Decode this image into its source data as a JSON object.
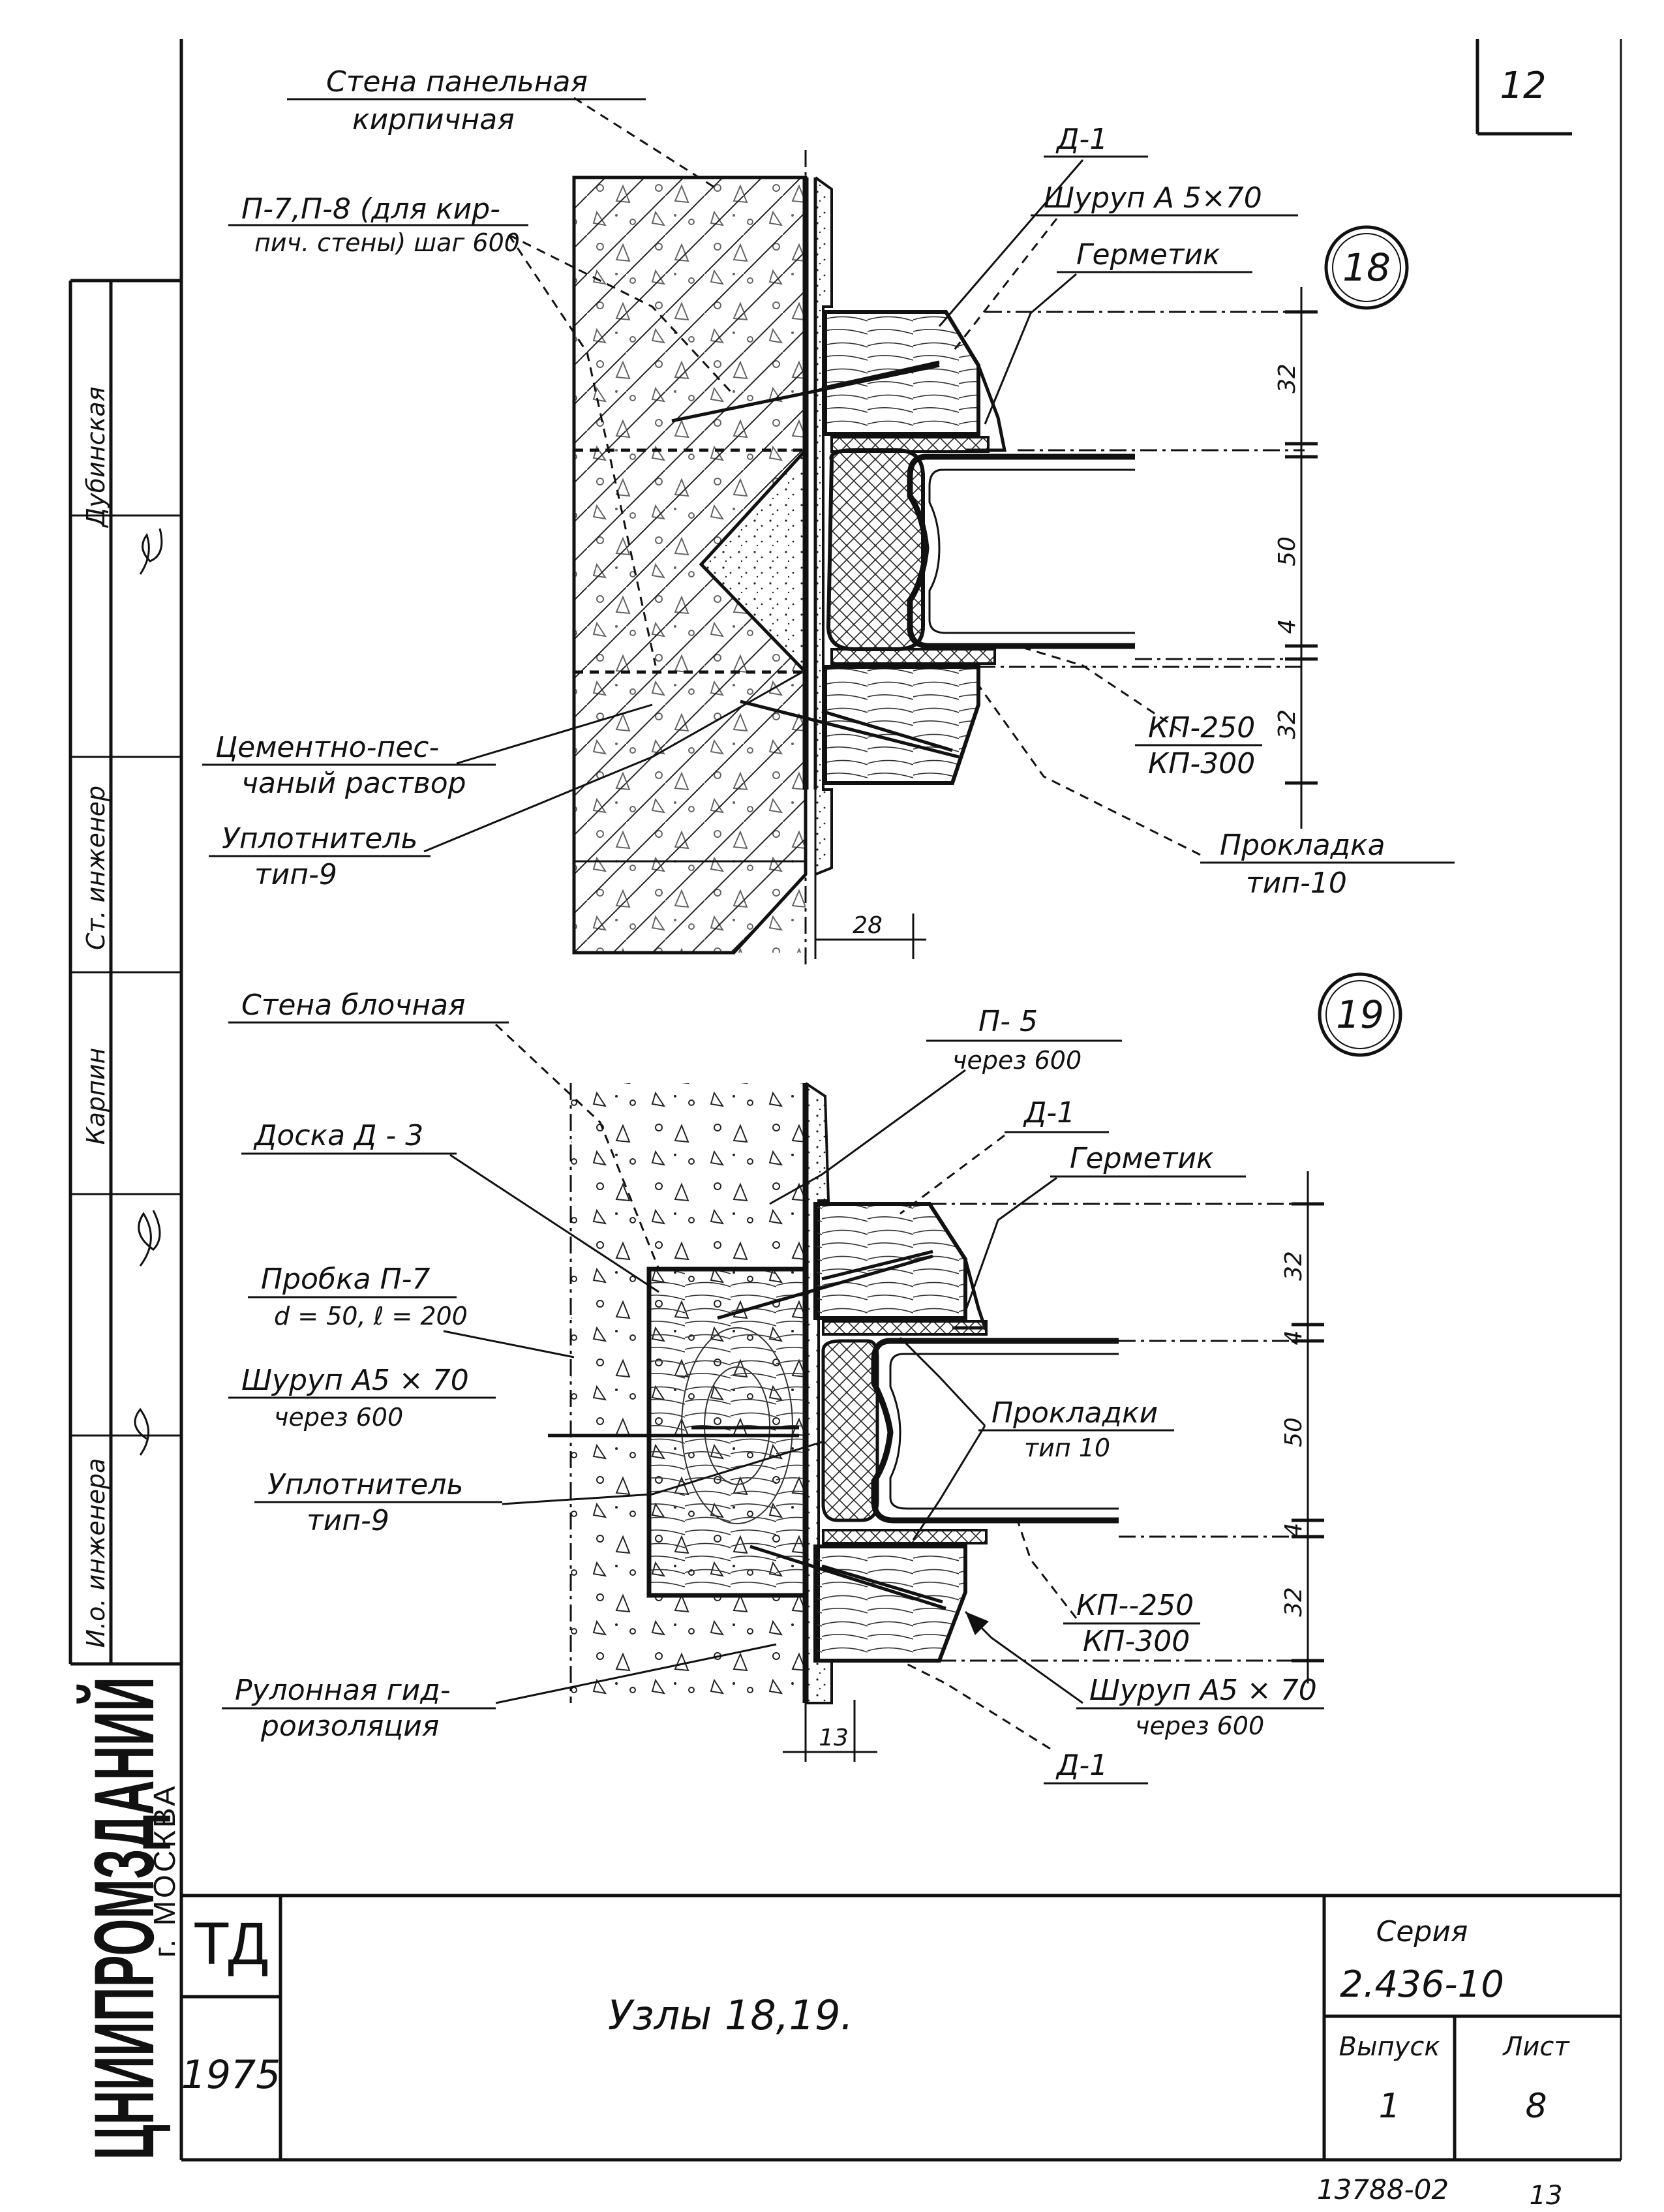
{
  "sheet": {
    "number": "12",
    "page_tail": "13",
    "inventory_number": "13788-02",
    "title": "Узлы 18,19.",
    "stamp": {
      "td": "ТД",
      "year": "1975",
      "series_label": "Серия",
      "series_value": "2.436-10",
      "issue_label": "Выпуск",
      "issue_value": "1",
      "sheet_label": "Лист",
      "sheet_value": "8"
    },
    "organization": {
      "name": "ЦНИИПРОМЗДАНИЙ",
      "city": "г. МОСКВА"
    },
    "side_block": [
      {
        "role": "Дубинская"
      },
      {
        "role": "Ст. инженер"
      },
      {
        "role": "Карпин"
      },
      {
        "role": "И.о. инженера"
      }
    ]
  },
  "node18": {
    "number": "18",
    "labels": {
      "wall_1": "Стена панельная",
      "wall_2": "кирпичная",
      "plug_1": "П-7,П-8 (для кир-",
      "plug_2": "пич. стены) шаг 600",
      "d1": "Д-1",
      "screw": "Шуруп А 5×70",
      "sealant": "Герметик",
      "mortar_1": "Цементно-пес-",
      "mortar_2": "чаный раствор",
      "seal_1": "Уплотнитель",
      "seal_2": "тип-9",
      "kp_1": "КП-250",
      "kp_2": "КП-300",
      "gasket_1": "Прокладка",
      "gasket_2": "тип-10"
    },
    "dims": {
      "d32a": "32",
      "d50": "50",
      "d4": "4",
      "d32b": "32",
      "d28": "28"
    }
  },
  "node19": {
    "number": "19",
    "labels": {
      "wall": "Стена блочная",
      "p5_1": "П- 5",
      "p5_2": "через 600",
      "d1_top": "Д-1",
      "sealant": "Герметик",
      "board": "Доска Д - 3",
      "plug_1": "Пробка П-7",
      "plug_2": "d = 50, ℓ = 200",
      "screw_left_1": "Шуруп А5 × 70",
      "screw_left_2": "через 600",
      "gaskets_1": "Прокладки",
      "gaskets_2": "тип 10",
      "seal_1": "Уплотнитель",
      "seal_2": "тип-9",
      "kp_1": "КП--250",
      "kp_2": "КП-300",
      "roll_1": "Рулонная гид-",
      "roll_2": "роизоляция",
      "screw_right_1": "Шуруп А5 × 70",
      "screw_right_2": "через 600",
      "d1_bottom": "Д-1"
    },
    "dims": {
      "d32a": "32",
      "d4a": "4",
      "d50": "50",
      "d4b": "4",
      "d32b": "32",
      "d13": "13"
    }
  }
}
